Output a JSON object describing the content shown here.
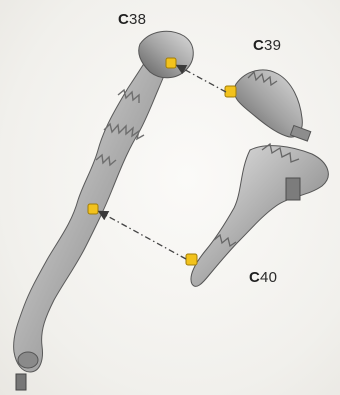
{
  "callouts": [
    {
      "prefix": "C",
      "number": "38"
    },
    {
      "prefix": "C",
      "number": "39"
    },
    {
      "prefix": "C",
      "number": "40"
    }
  ],
  "colors": {
    "part_metal": "#a9a9a9",
    "peg_accent": "#f2c21c",
    "guide_line": "#444444",
    "background": "#f2f1ee"
  },
  "icons": {
    "arrow_c39": "dash-dot-arrow-icon",
    "arrow_c40": "dash-dot-arrow-icon"
  }
}
